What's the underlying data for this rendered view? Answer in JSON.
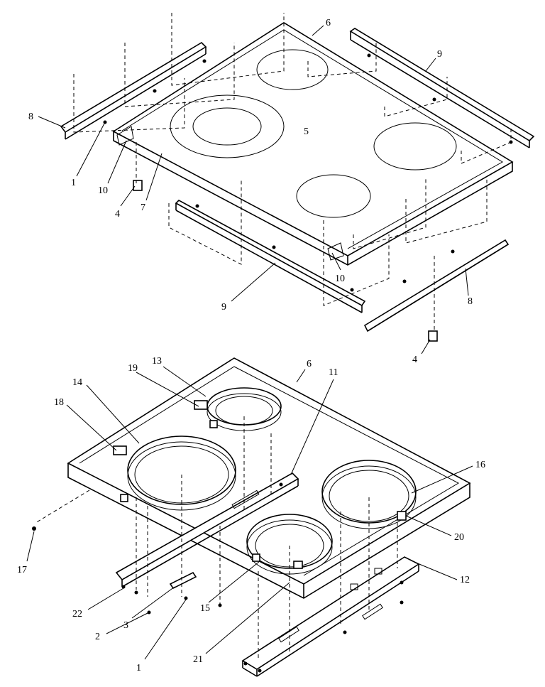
{
  "diagram": {
    "labels": [
      {
        "id": "upper_6",
        "text": "6"
      },
      {
        "id": "upper_9a",
        "text": "9"
      },
      {
        "id": "upper_8a",
        "text": "8"
      },
      {
        "id": "upper_5",
        "text": "5"
      },
      {
        "id": "upper_1",
        "text": "1"
      },
      {
        "id": "upper_10a",
        "text": "10"
      },
      {
        "id": "upper_4a",
        "text": "4"
      },
      {
        "id": "upper_7",
        "text": "7"
      },
      {
        "id": "upper_10b",
        "text": "10"
      },
      {
        "id": "upper_9b",
        "text": "9"
      },
      {
        "id": "upper_8b",
        "text": "8"
      },
      {
        "id": "upper_4b",
        "text": "4"
      },
      {
        "id": "lower_6",
        "text": "6"
      },
      {
        "id": "lower_13",
        "text": "13"
      },
      {
        "id": "lower_11",
        "text": "11"
      },
      {
        "id": "lower_19",
        "text": "19"
      },
      {
        "id": "lower_14",
        "text": "14"
      },
      {
        "id": "lower_18",
        "text": "18"
      },
      {
        "id": "lower_16",
        "text": "16"
      },
      {
        "id": "lower_20",
        "text": "20"
      },
      {
        "id": "lower_17",
        "text": "17"
      },
      {
        "id": "lower_12",
        "text": "12"
      },
      {
        "id": "lower_22",
        "text": "22"
      },
      {
        "id": "lower_2",
        "text": "2"
      },
      {
        "id": "lower_3",
        "text": "3"
      },
      {
        "id": "lower_15",
        "text": "15"
      },
      {
        "id": "lower_1",
        "text": "1"
      },
      {
        "id": "lower_21",
        "text": "21"
      }
    ]
  }
}
